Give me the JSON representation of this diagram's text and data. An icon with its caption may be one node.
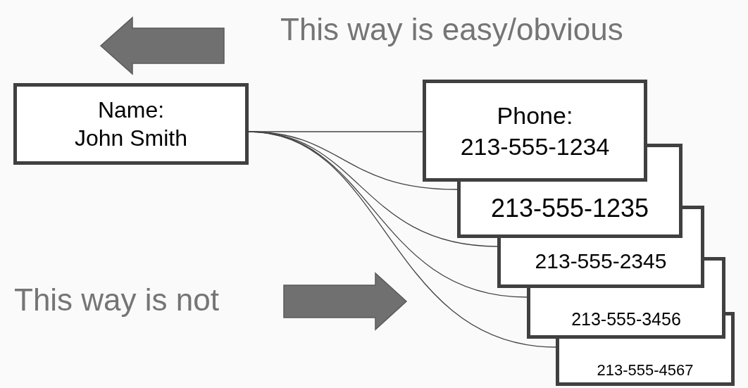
{
  "diagram": {
    "nodes": [
      {
        "text": [
          "Name:",
          "John Smith"
        ]
      },
      {
        "text": [
          "Phone:",
          "213-555-1234"
        ]
      },
      {
        "text": [
          "213-555-1235"
        ]
      },
      {
        "text": [
          "213-555-2345"
        ]
      },
      {
        "text": [
          "213-555-3456"
        ]
      },
      {
        "text": [
          "213-555-4567"
        ]
      }
    ],
    "edges": [
      {
        "from": 0,
        "to": 1,
        "arrow": "none"
      },
      {
        "from": 0,
        "to": 2,
        "arrow": "none"
      },
      {
        "from": 0,
        "to": 3,
        "arrow": "none"
      },
      {
        "from": 0,
        "to": 4,
        "arrow": "none"
      },
      {
        "from": 0,
        "to": 5,
        "arrow": "none"
      }
    ],
    "labels": [
      "This way is easy/obvious",
      "This way is not"
    ]
  }
}
